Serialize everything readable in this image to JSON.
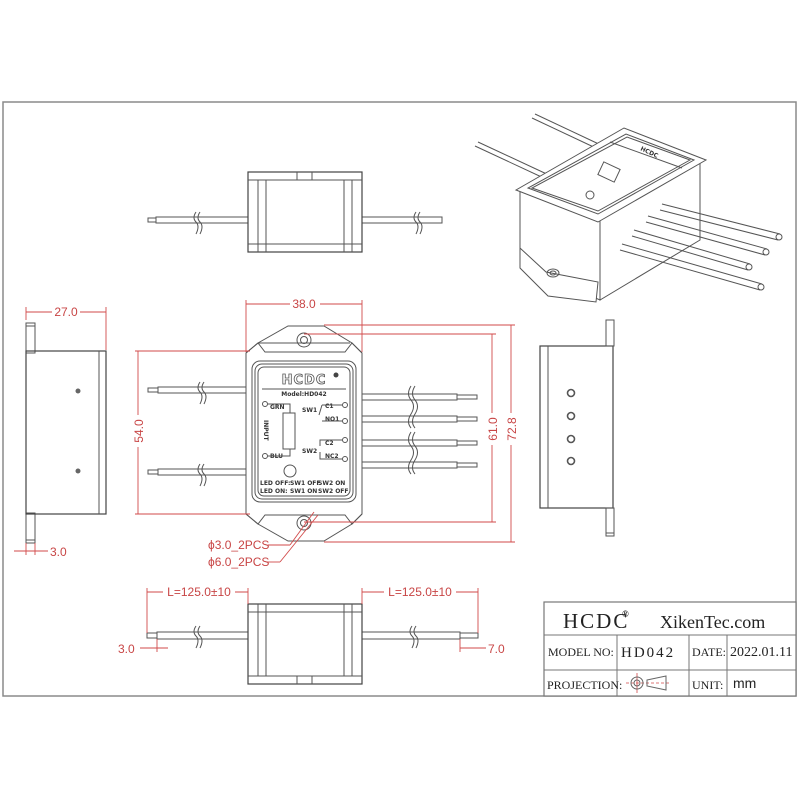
{
  "drawing": {
    "type": "mechanical drawing",
    "front_view": {
      "brand": "HCDC",
      "brand_mark": "®",
      "model_label": "Model:HD042",
      "terminals_left": [
        "GRN",
        "BLU"
      ],
      "input_label": "INPUT",
      "switch_labels": [
        "SW1",
        "SW2"
      ],
      "terminals_right": [
        "C1",
        "NO1",
        "C2",
        "NC2"
      ],
      "legend_rows": [
        {
          "state": "LED OFF:",
          "sw1": "SW1  OFF",
          "sw2": "SW2  ON"
        },
        {
          "state": "LED ON:",
          "sw1": "SW1  ON",
          "sw2": "SW2  OFF"
        }
      ]
    },
    "dimensions": {
      "width": "38.0",
      "height_body": "54.0",
      "height_mount": "61.0",
      "height_total": "72.8",
      "side_depth": "27.0",
      "flange_thickness": "3.0",
      "hole_small": "ϕ3.0_2PCS",
      "hole_large": "ϕ6.0_2PCS",
      "lead_length_left": "L=125.0±10",
      "lead_length_right": "L=125.0±10",
      "strip_left": "3.0",
      "strip_right": "7.0"
    }
  },
  "title_block": {
    "brand": "HCDC",
    "brand_mark": "®",
    "website": "XikenTec.com",
    "model_label": "MODEL NO:",
    "model_value": "HD042",
    "date_label": "DATE:",
    "date_value": "2022.01.11",
    "projection_label": "PROJECTION:",
    "projection_icon": "first-angle-projection-icon",
    "unit_label": "UNIT:",
    "unit_value": "mm"
  },
  "colors": {
    "line": "#555555",
    "dimension": "#d24a4a",
    "background": "#ffffff"
  }
}
